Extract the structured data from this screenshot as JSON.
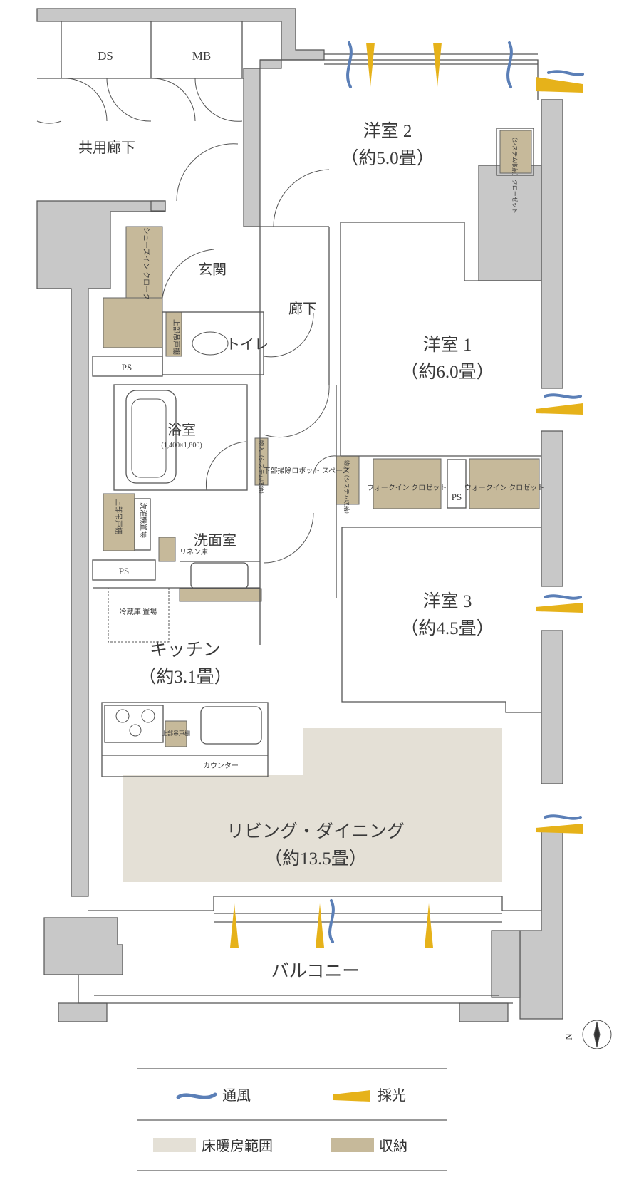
{
  "colors": {
    "wall": "#c8c8c8",
    "line": "#4a4a4a",
    "storage": "#c6b99a",
    "floor_heating": "#e4e0d6",
    "wind": "#5b7fb7",
    "light": "#e6b21a"
  },
  "rooms": {
    "western2_name": "洋室 2",
    "western2_size": "（約5.0畳）",
    "western1_name": "洋室 1",
    "western1_size": "（約6.0畳）",
    "western3_name": "洋室 3",
    "western3_size": "（約4.5畳）",
    "kitchen_name": "キッチン",
    "kitchen_size": "（約3.1畳）",
    "living_name": "リビング・ダイニング",
    "living_size": "（約13.5畳）",
    "balcony": "バルコニー",
    "entrance": "玄関",
    "hallway": "廊下",
    "toilet": "トイレ",
    "bathroom": "浴室",
    "bathroom_size": "(1,400×1,800)",
    "washroom": "洗面室",
    "common_corridor": "共用廊下",
    "ds": "DS",
    "mb": "MB"
  },
  "labels": {
    "ps": "PS",
    "shoes_in_cloak": "シューズイン クローク",
    "upper_cabinet": "上部吊戸棚",
    "system_storage_closet": "（システム収納）クローゼット",
    "storage_system": "物入（システム収納）",
    "robot_space": "下部掃除ロボット スペース",
    "walk_in_closet": "ウォークイン クロゼット",
    "washer": "洗濯機置場",
    "linen": "リネン庫",
    "fridge": "冷蔵庫 置場",
    "counter": "カウンター",
    "compass_n": "N"
  },
  "legend": {
    "wind": "通風",
    "light": "採光",
    "floor_heating": "床暖房範囲",
    "storage": "収納"
  },
  "icons": [
    "wind-icon",
    "light-icon",
    "compass-icon",
    "stove-icon",
    "sink-icon",
    "toilet-icon",
    "bathtub-icon",
    "washbasin-icon"
  ]
}
